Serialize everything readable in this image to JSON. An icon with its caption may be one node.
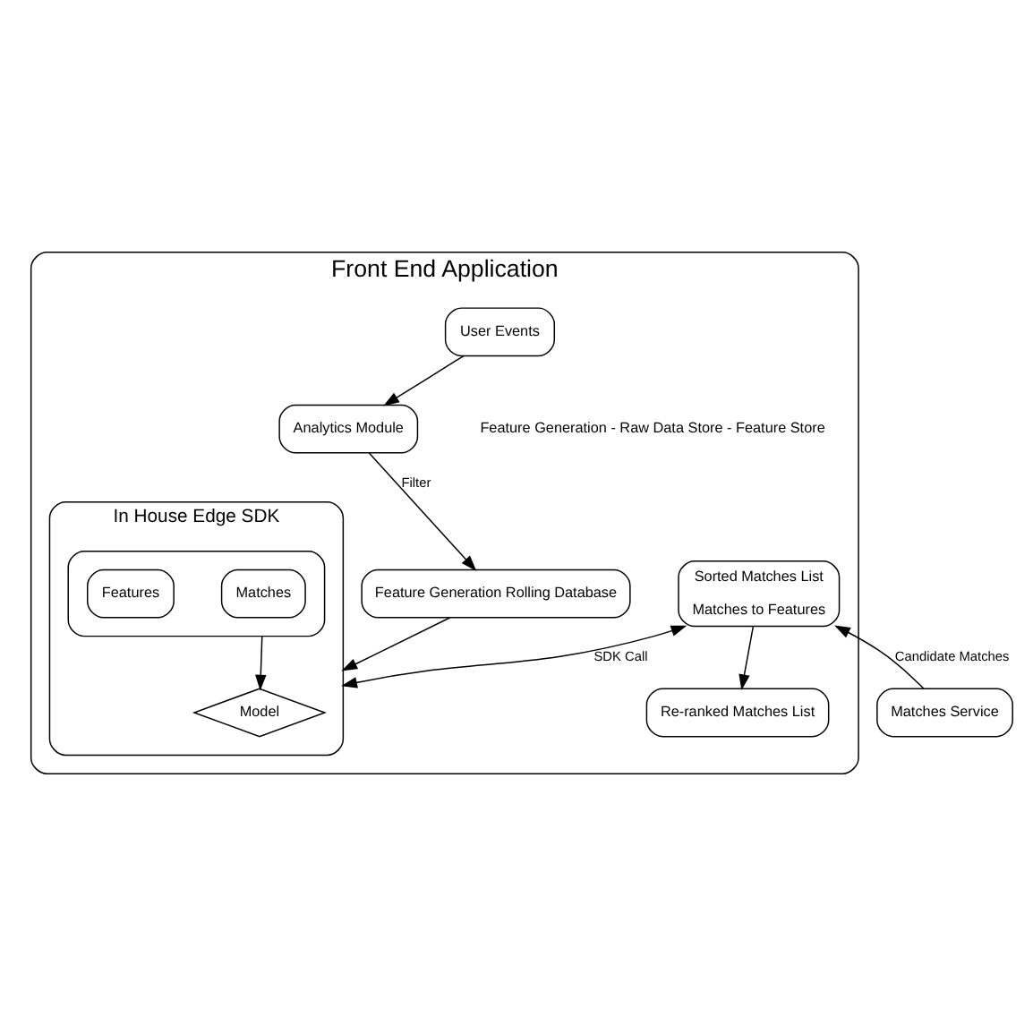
{
  "diagram": {
    "nodes": [
      {
        "text": [
          "Front End Application"
        ]
      },
      {
        "text": [
          "User Events"
        ],
        "in": 0
      },
      {
        "text": [
          "Analytics Module"
        ],
        "in": 0
      },
      {
        "text": [
          "Feature Generation Rolling Database"
        ],
        "in": 0
      },
      {
        "text": [
          "In House Edge SDK"
        ],
        "in": 0
      },
      {
        "text": [
          "Model"
        ],
        "in": 4
      },
      {
        "text": [],
        "shape": "box",
        "in": 4
      },
      {
        "text": [
          "Matches"
        ],
        "in": 6
      },
      {
        "text": [
          "Features"
        ],
        "in": 6
      },
      {
        "text": [
          "Sorted Matches List",
          "Matches to Features"
        ],
        "in": 0
      },
      {
        "text": [
          "Re-ranked Matches List"
        ],
        "in": 0
      },
      {
        "text": [
          "Matches Service"
        ]
      }
    ],
    "edges": [
      {
        "from": 1,
        "to": 2,
        "arrow": "to"
      },
      {
        "from": 2,
        "to": 3,
        "arrow": "to",
        "label": "Filter"
      },
      {
        "from": 3,
        "to": 4,
        "arrow": "to"
      },
      {
        "from": 6,
        "to": 5,
        "arrow": "to"
      },
      {
        "from": 9,
        "to": 4,
        "arrow": "both",
        "label": "SDK Call"
      },
      {
        "from": 9,
        "to": 10,
        "arrow": "to"
      },
      {
        "from": 11,
        "to": 9,
        "arrow": "to",
        "label": "Candidate Matches"
      }
    ],
    "labels": [
      "Feature Generation - Raw Data Store - Feature Store"
    ]
  }
}
